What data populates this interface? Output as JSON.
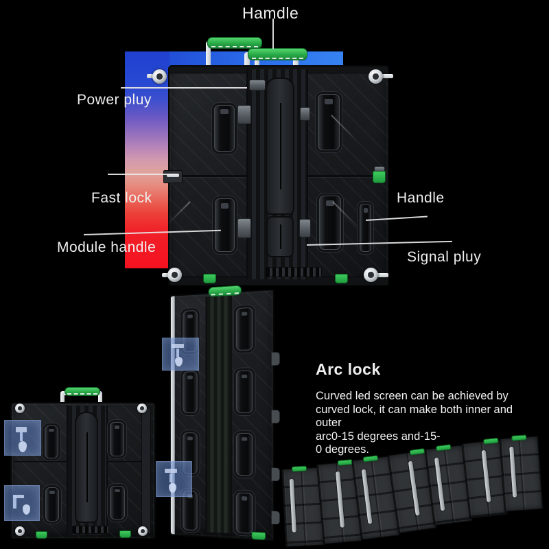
{
  "colors": {
    "background": "#000000",
    "backdrop_blue": "#2c6ae8",
    "backdrop_red": "#f21420",
    "accent_green": "#2fbf52",
    "highlight_box_blue": "#6284c6",
    "label_text": "#f0f0f0"
  },
  "main_diagram": {
    "labels": {
      "top_handle": "Hamdle",
      "power_plug": "Power pluy",
      "fast_lock": "Fast lock",
      "module_handle": "Module handle",
      "side_handle": "Handle",
      "signal_plug": "Signal pluy"
    }
  },
  "arc_lock_section": {
    "title": "Arc lock",
    "description_lines": [
      "Curved led screen can be achieved by",
      "curved lock, it can make both inner and outer",
      "arc0-15 degrees and-15-",
      "0 degrees."
    ]
  }
}
